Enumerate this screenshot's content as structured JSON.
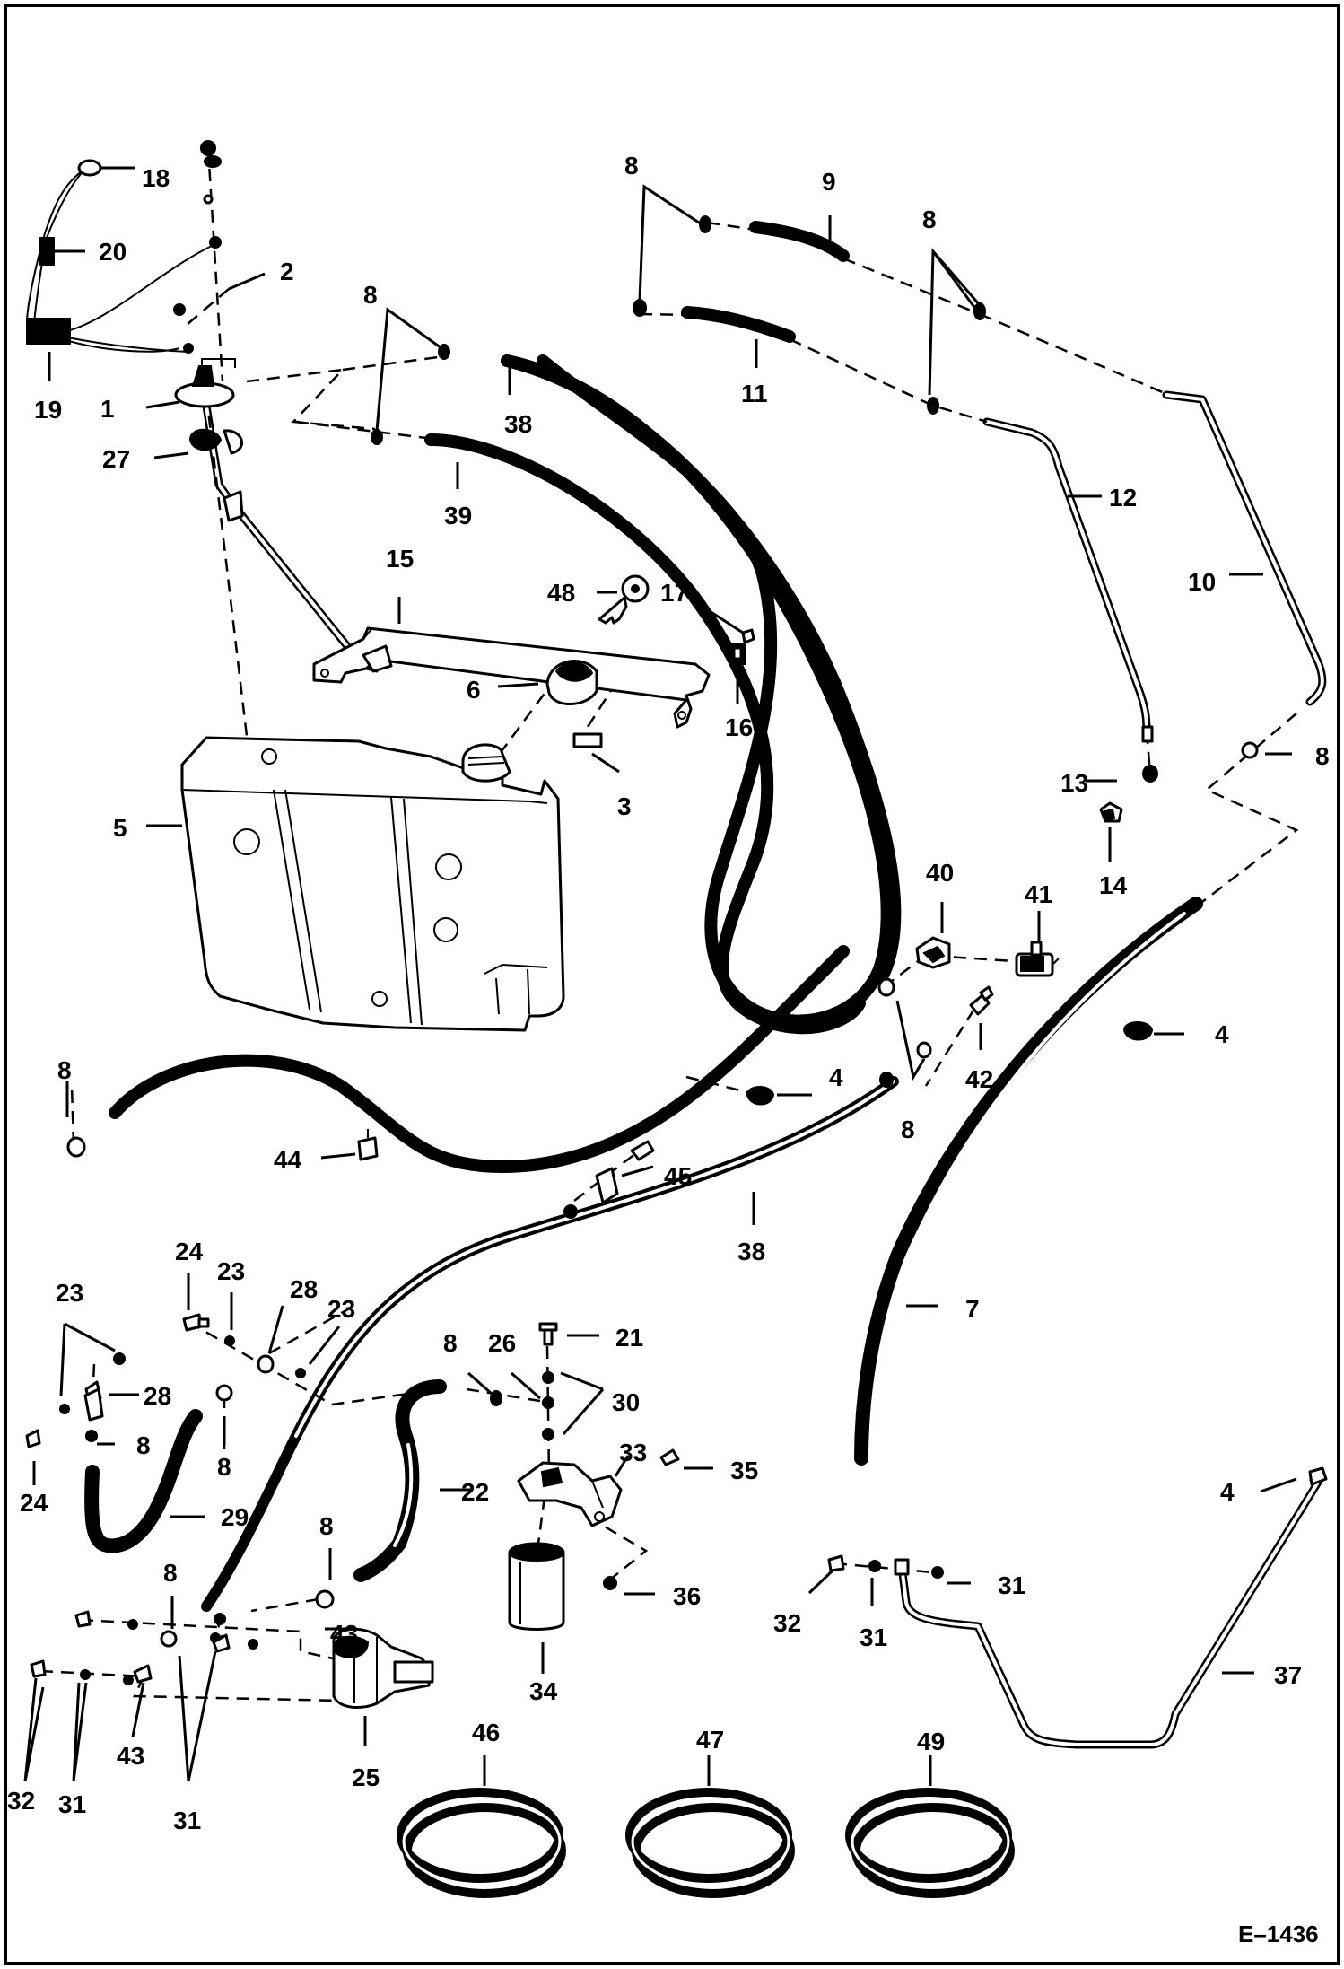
{
  "figure": {
    "reference_code": "E–1436"
  },
  "callouts": [
    {
      "label": "18"
    },
    {
      "label": "20"
    },
    {
      "label": "2"
    },
    {
      "label": "19"
    },
    {
      "label": "1"
    },
    {
      "label": "27"
    },
    {
      "label": "8"
    },
    {
      "label": "38"
    },
    {
      "label": "39"
    },
    {
      "label": "8"
    },
    {
      "label": "9"
    },
    {
      "label": "8"
    },
    {
      "label": "11"
    },
    {
      "label": "12"
    },
    {
      "label": "10"
    },
    {
      "label": "15"
    },
    {
      "label": "48"
    },
    {
      "label": "17"
    },
    {
      "label": "6"
    },
    {
      "label": "16"
    },
    {
      "label": "3"
    },
    {
      "label": "5"
    },
    {
      "label": "13"
    },
    {
      "label": "14"
    },
    {
      "label": "8"
    },
    {
      "label": "40"
    },
    {
      "label": "41"
    },
    {
      "label": "4"
    },
    {
      "label": "42"
    },
    {
      "label": "8"
    },
    {
      "label": "4"
    },
    {
      "label": "8"
    },
    {
      "label": "44"
    },
    {
      "label": "45"
    },
    {
      "label": "38"
    },
    {
      "label": "7"
    },
    {
      "label": "24"
    },
    {
      "label": "23"
    },
    {
      "label": "28"
    },
    {
      "label": "23"
    },
    {
      "label": "23"
    },
    {
      "label": "28"
    },
    {
      "label": "8"
    },
    {
      "label": "8"
    },
    {
      "label": "24"
    },
    {
      "label": "29"
    },
    {
      "label": "8"
    },
    {
      "label": "26"
    },
    {
      "label": "21"
    },
    {
      "label": "30"
    },
    {
      "label": "33"
    },
    {
      "label": "35"
    },
    {
      "label": "22"
    },
    {
      "label": "8"
    },
    {
      "label": "8"
    },
    {
      "label": "36"
    },
    {
      "label": "43"
    },
    {
      "label": "34"
    },
    {
      "label": "25"
    },
    {
      "label": "32"
    },
    {
      "label": "31"
    },
    {
      "label": "43"
    },
    {
      "label": "31"
    },
    {
      "label": "46"
    },
    {
      "label": "47"
    },
    {
      "label": "49"
    },
    {
      "label": "4"
    },
    {
      "label": "32"
    },
    {
      "label": "31"
    },
    {
      "label": "31"
    },
    {
      "label": "37"
    }
  ]
}
